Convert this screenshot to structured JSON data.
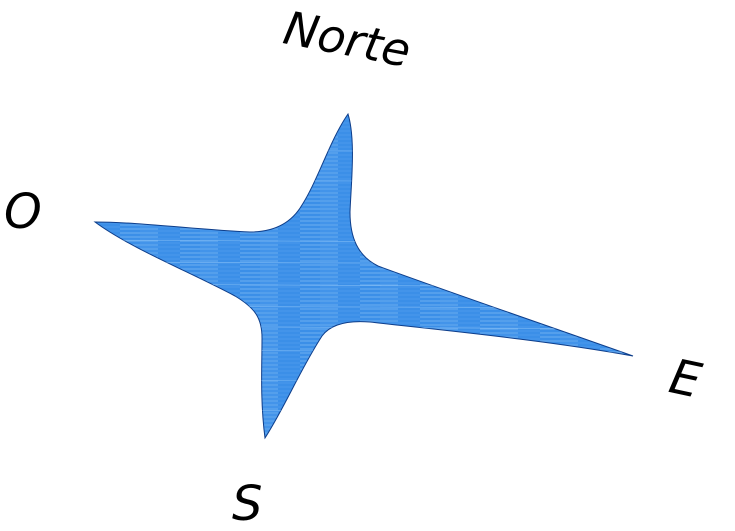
{
  "labels": {
    "north": "Norte",
    "west": "O",
    "east": "E",
    "south": "S"
  },
  "colors": {
    "star_fill": "#3b8fe8",
    "star_stroke": "#0d3d8a",
    "streak": "#7fbaf5",
    "text": "#000000"
  },
  "icon": "compass-star-icon"
}
